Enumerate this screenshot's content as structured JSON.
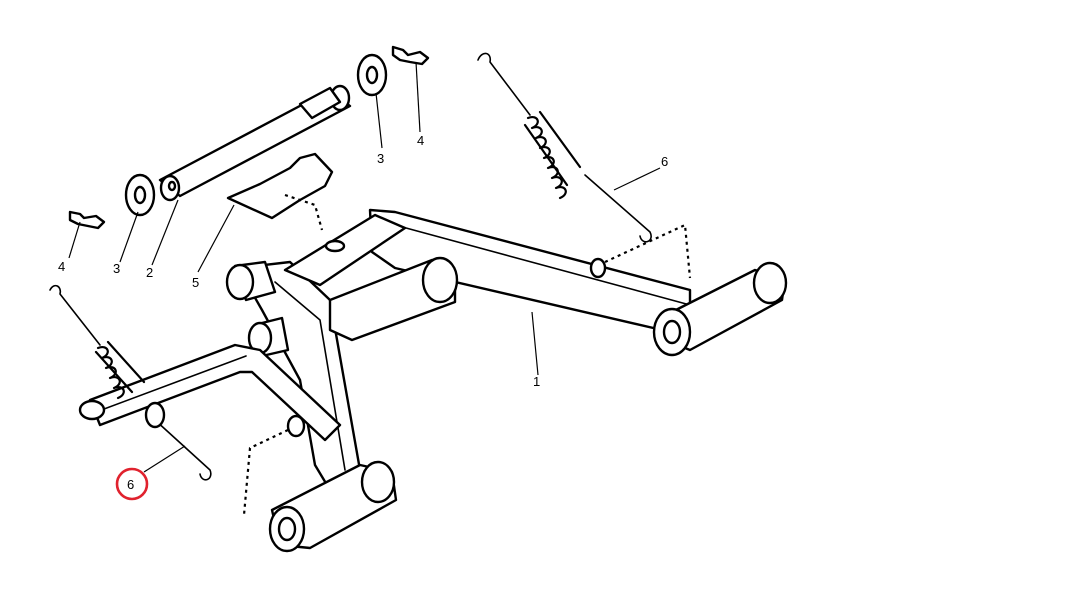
{
  "diagram": {
    "callouts": [
      {
        "id": "c1",
        "text": "1"
      },
      {
        "id": "c2",
        "text": "2"
      },
      {
        "id": "c3a",
        "text": "3"
      },
      {
        "id": "c3b",
        "text": "3"
      },
      {
        "id": "c4a",
        "text": "4"
      },
      {
        "id": "c4b",
        "text": "4"
      },
      {
        "id": "c5",
        "text": "5"
      },
      {
        "id": "c6a",
        "text": "6"
      },
      {
        "id": "c6b",
        "text": "6"
      }
    ],
    "highlight": {
      "callout": "c6b",
      "color": "#e0222e"
    }
  }
}
